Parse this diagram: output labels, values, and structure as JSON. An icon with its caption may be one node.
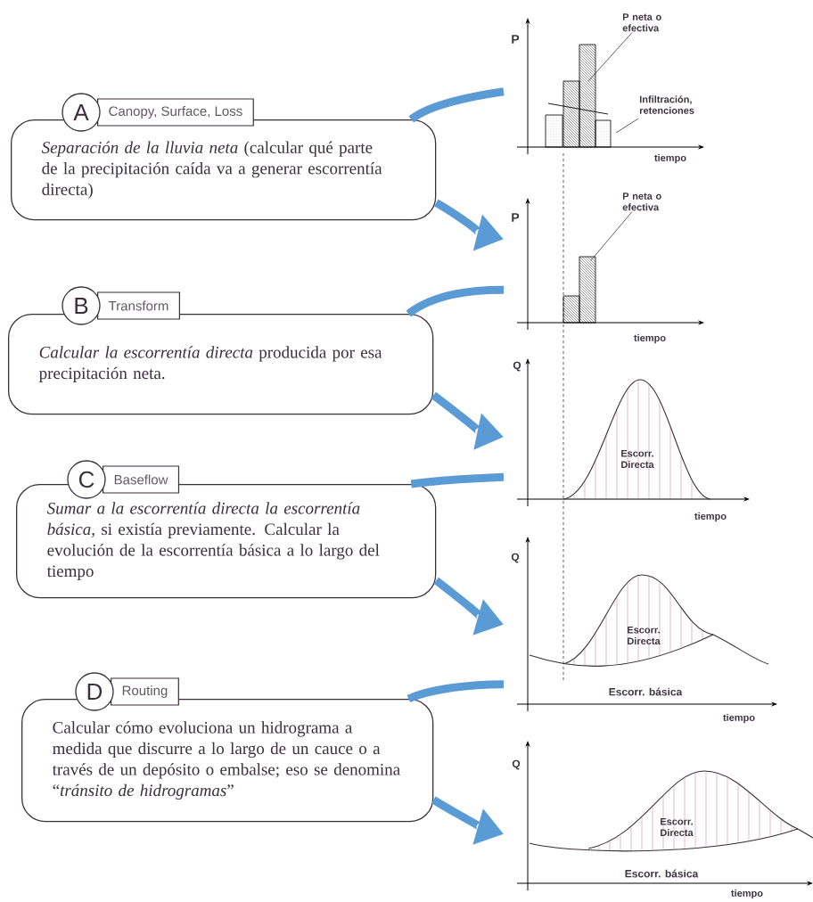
{
  "diagram": {
    "nodes": [
      {
        "text": [
          "A",
          "Canopy, Surface, Loss",
          "*Separación de la lluvia neta* (calcular qué parte de la precipitación caída va a generar escorrentía directa)"
        ]
      },
      {
        "text": [
          "B",
          "Transform",
          "*Calcular la escorrentía directa* producida por esa precipitación neta."
        ]
      },
      {
        "text": [
          "C",
          "Baseflow",
          "*Sumar a la escorrentía directa la escorrentía básica,* si existía previamente. Calcular la evolución de la escorrentía básica a lo largo del tiempo"
        ]
      },
      {
        "text": [
          "D",
          "Routing",
          "Calcular cómo evoluciona un hidrograma a medida que discurre a lo largo de un cauce o a través de un depósito o embalse; eso se denomina “*tránsito de hidrogramas*”"
        ]
      },
      {
        "text": [
          "P",
          "tiempo"
        ]
      },
      {
        "text": [
          "P neta o efectiva"
        ],
        "in": 4
      },
      {
        "text": [
          "Infiltración, retenciones"
        ],
        "in": 4
      },
      {
        "text": [
          "P",
          "tiempo"
        ]
      },
      {
        "text": [
          "P neta o efectiva"
        ],
        "in": 7
      },
      {
        "text": [
          "Q",
          "Escorr. Directa",
          "tiempo"
        ]
      },
      {
        "text": [
          "Q",
          "Escorr. Directa",
          "Escorr. básica",
          "tiempo"
        ]
      },
      {
        "text": [
          "Q",
          "Escorr. Directa",
          "Escorr. básica",
          "tiempo"
        ]
      }
    ],
    "edges": [
      {
        "from": 4,
        "to": 0,
        "arrow": "none"
      },
      {
        "from": 0,
        "to": 7,
        "arrow": "to"
      },
      {
        "from": 7,
        "to": 1,
        "arrow": "none"
      },
      {
        "from": 1,
        "to": 9,
        "arrow": "to"
      },
      {
        "from": 9,
        "to": 2,
        "arrow": "none"
      },
      {
        "from": 2,
        "to": 10,
        "arrow": "to"
      },
      {
        "from": 10,
        "to": 3,
        "arrow": "none"
      },
      {
        "from": 3,
        "to": 11,
        "arrow": "to"
      },
      {
        "from": 5,
        "to": null,
        "arrow": "none",
        "color": "#3d3340"
      },
      {
        "from": 6,
        "to": null,
        "arrow": "none",
        "color": "#3d3340"
      },
      {
        "from": 8,
        "to": null,
        "arrow": "none",
        "color": "#3d3340"
      }
    ]
  }
}
